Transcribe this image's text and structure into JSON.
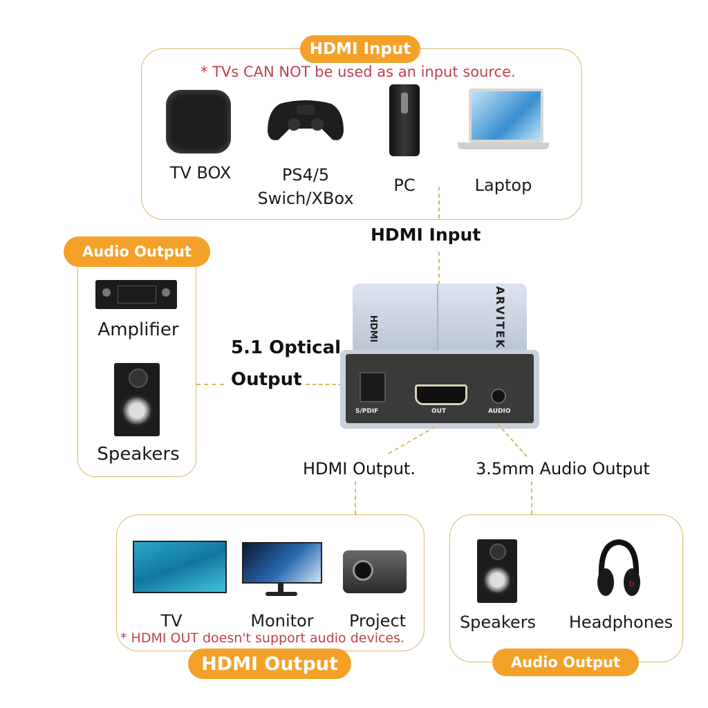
{
  "colors": {
    "accent": "#f4a12a",
    "border": "#d9b86a",
    "note": "#c0404a"
  },
  "hdmi_input_box": {
    "badge": "HDMI Input",
    "note": "* TVs CAN NOT be used as an input source.",
    "devices": [
      {
        "label": "TV BOX",
        "icon": "tv-box-icon"
      },
      {
        "label": "PS4/5",
        "label2": "Swich/XBox",
        "icon": "gamepad-icon"
      },
      {
        "label": "PC",
        "icon": "pc-tower-icon"
      },
      {
        "label": "Laptop",
        "icon": "laptop-icon"
      }
    ]
  },
  "audio_output_left_box": {
    "badge": "Audio Output",
    "devices": [
      {
        "label": "Amplifier",
        "icon": "amplifier-icon"
      },
      {
        "label": "Speakers",
        "icon": "speaker-icon"
      }
    ]
  },
  "center": {
    "hdmi_input_label": "HDMI Input",
    "optical_label_1": "5.1 Optical",
    "optical_label_2": "Output",
    "hdmi_output_label": "HDMI Output.",
    "audio_35_label": "3.5mm Audio Output",
    "device": {
      "brand": "ARVITEK",
      "logo": "HDMI",
      "ports": [
        "S/PDIF",
        "OUT",
        "AUDIO"
      ]
    }
  },
  "hdmi_output_box": {
    "badge": "HDMI Output",
    "note": "* HDMI OUT doesn't support audio devices.",
    "devices": [
      {
        "label": "TV",
        "icon": "tv-icon"
      },
      {
        "label": "Monitor",
        "icon": "monitor-icon"
      },
      {
        "label": "Project",
        "icon": "projector-icon"
      }
    ]
  },
  "audio_output_right_box": {
    "badge": "Audio Output",
    "devices": [
      {
        "label": "Speakers",
        "icon": "speaker-icon"
      },
      {
        "label": "Headphones",
        "icon": "headphones-icon"
      }
    ]
  }
}
